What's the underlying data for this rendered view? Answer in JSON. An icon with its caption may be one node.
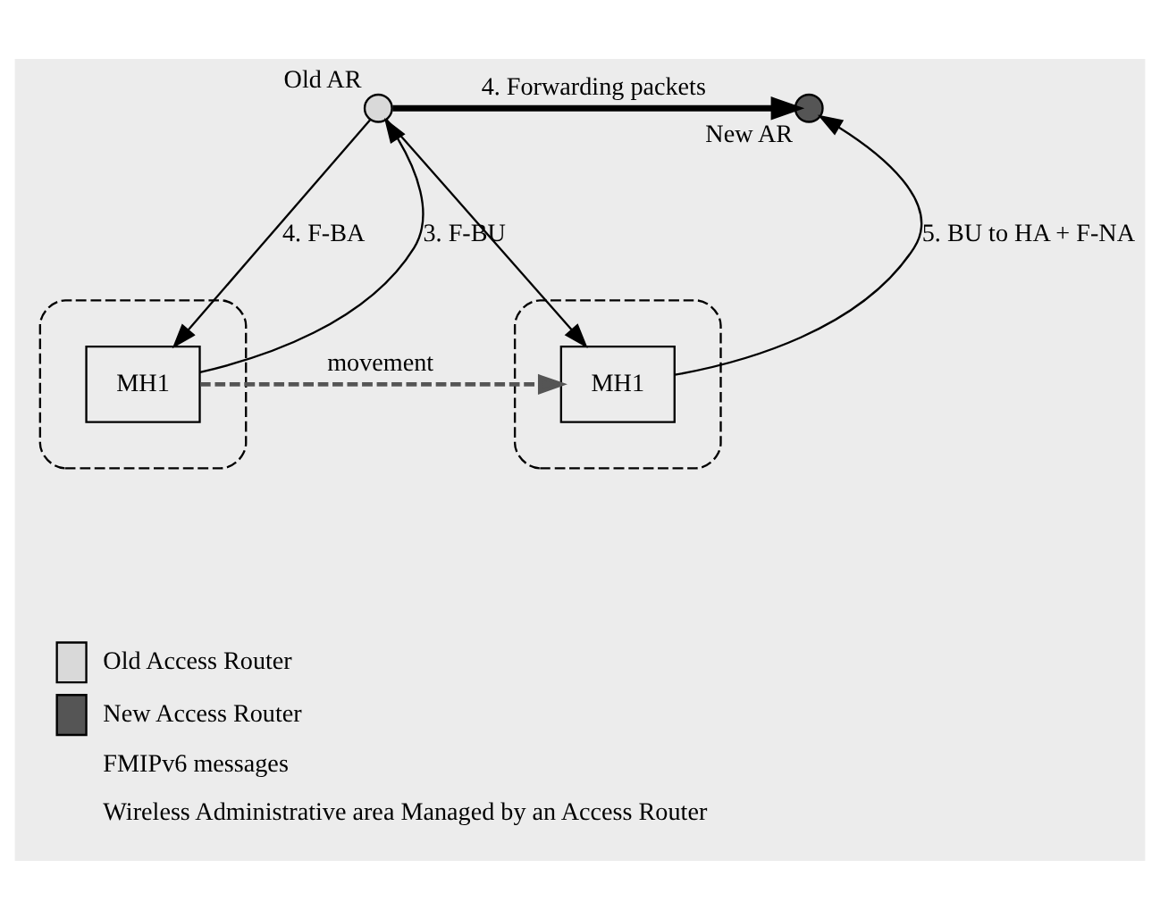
{
  "diagram": {
    "nodes": [
      {
        "text": [
          "Old AR"
        ]
      },
      {
        "text": [
          "New AR"
        ]
      },
      {
        "text": [],
        "shape": "ellipse"
      },
      {
        "text": [
          "MH1"
        ],
        "in": 2
      },
      {
        "text": [],
        "shape": "ellipse"
      },
      {
        "text": [
          "MH1"
        ],
        "in": 4
      }
    ],
    "edges": [
      {
        "from": 0,
        "to": 1,
        "arrow": "to",
        "label": "4. Forwarding packets",
        "style": "thick"
      },
      {
        "from": 3,
        "to": 0,
        "arrow": "to",
        "label": "3. F-BU"
      },
      {
        "from": 0,
        "to": 3,
        "arrow": "to",
        "label": "4. F-BA"
      },
      {
        "from": 0,
        "to": 5,
        "arrow": "to"
      },
      {
        "from": 5,
        "to": 1,
        "arrow": "to",
        "label": "5. BU to HA + F-NA"
      },
      {
        "from": 3,
        "to": 5,
        "arrow": "to",
        "label": "movement",
        "style": "dashed",
        "color": "#555555"
      }
    ],
    "legend": [
      {
        "text": "Old Access Router",
        "color": "#d9d9d9"
      },
      {
        "text": "New Access Router",
        "color": "#555555"
      },
      {
        "text": "FMIPv6 messages"
      },
      {
        "text": "Wireless Administrative area Managed by an Access Router"
      }
    ]
  }
}
